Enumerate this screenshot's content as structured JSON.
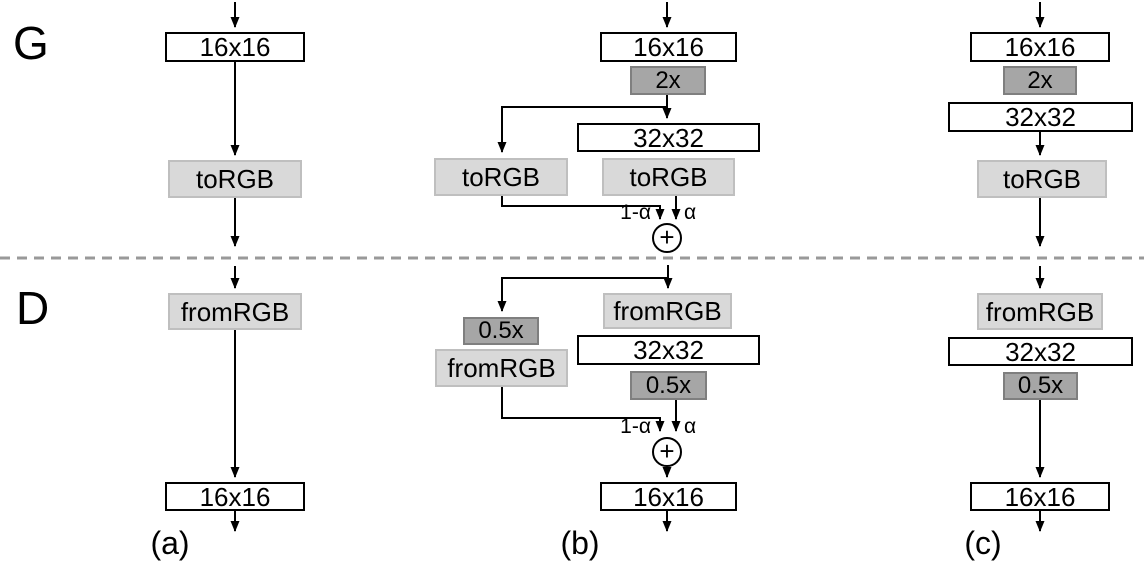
{
  "rows": {
    "generator": "G",
    "discriminator": "D"
  },
  "panels": {
    "a": {
      "caption": "(a)",
      "g_box16": "16x16",
      "g_torgb": "toRGB",
      "d_fromrgb": "fromRGB",
      "d_box16": "16x16"
    },
    "b": {
      "caption": "(b)",
      "g_box16": "16x16",
      "g_upsample": "2x",
      "g_box32": "32x32",
      "g_torgb_old": "toRGB",
      "g_torgb_new": "toRGB",
      "g_weight_old": "1-α",
      "g_weight_new": "α",
      "g_sum": "+",
      "d_downsample_old": "0.5x",
      "d_fromrgb_old": "fromRGB",
      "d_fromrgb_new": "fromRGB",
      "d_box32": "32x32",
      "d_downsample_new": "0.5x",
      "d_weight_old": "1-α",
      "d_weight_new": "α",
      "d_sum": "+",
      "d_box16": "16x16"
    },
    "c": {
      "caption": "(c)",
      "g_box16": "16x16",
      "g_upsample": "2x",
      "g_box32": "32x32",
      "g_torgb": "toRGB",
      "d_fromrgb": "fromRGB",
      "d_box32": "32x32",
      "d_downsample": "0.5x",
      "d_box16": "16x16"
    }
  },
  "colors": {
    "box_fill_white": "#ffffff",
    "box_border_black": "#000000",
    "rgb_fill": "#d9d9d9",
    "rgb_border": "#bfbfbf",
    "scale_fill": "#a6a6a6",
    "scale_border": "#7f7f7f",
    "line": "#000000",
    "divider": "#999999"
  }
}
